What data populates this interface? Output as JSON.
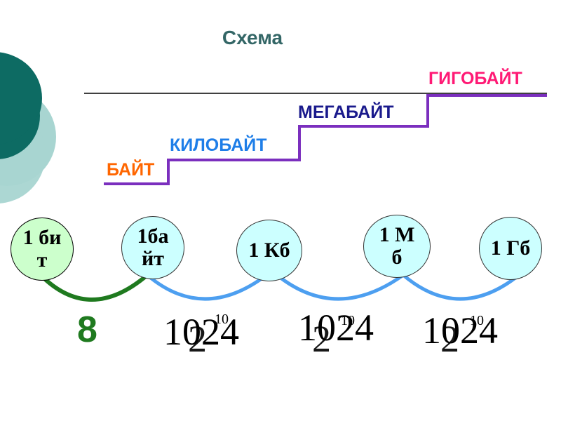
{
  "title": "Схема",
  "steps": [
    {
      "label": "БАЙТ",
      "color": "#ff6600"
    },
    {
      "label": "КИЛОБАЙТ",
      "color": "#1e7ee8"
    },
    {
      "label": "МЕГАБАЙТ",
      "color": "#1a1a8c"
    },
    {
      "label": "ГИГОБАЙТ",
      "color": "#ff1a75"
    }
  ],
  "nodes": [
    {
      "text": "1 бит",
      "color": "#ccffcc"
    },
    {
      "text": "1байт",
      "color": "#ccffff"
    },
    {
      "text": "1 Кб",
      "color": "#ccffff"
    },
    {
      "text": "1 Мб",
      "color": "#ccffff"
    },
    {
      "text": "1 Гб",
      "color": "#ccffff"
    }
  ],
  "ratios": {
    "bit_to_byte": "8",
    "r1": "1024",
    "r2": "1024",
    "r3": "1024",
    "pow1": "2",
    "pow2": "2",
    "pow3": "2",
    "exp1": "10",
    "exp2": "10",
    "exp3": "10"
  },
  "colors": {
    "arc_green": "#1f7a1f",
    "arc_blue": "#4d9ff0",
    "step_line": "#7b2fbe",
    "deco_dark": "#0d6b63",
    "deco_light": "#a8d5d1"
  }
}
